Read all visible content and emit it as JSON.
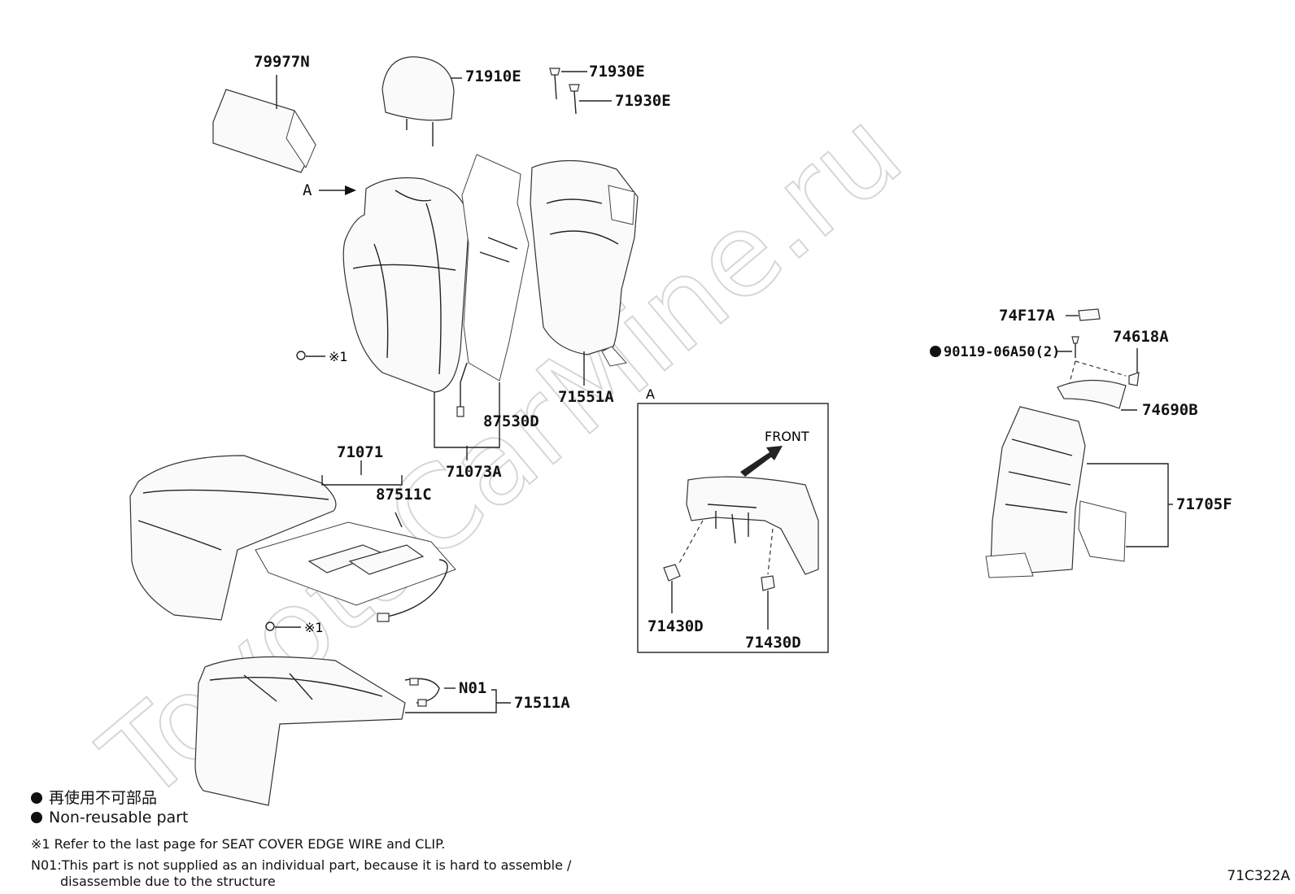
{
  "watermark": "ToyotaCarMine.ru",
  "diagram_code": "71C322A",
  "view_a": {
    "marker": "A",
    "box_label": "A",
    "front": "FRONT"
  },
  "refmark": "※1",
  "parts": {
    "p79977N": "79977N",
    "p71910E": "71910E",
    "p71930E_a": "71930E",
    "p71930E_b": "71930E",
    "p71551A": "71551A",
    "p87530D": "87530D",
    "p71073A": "71073A",
    "p71071": "71071",
    "p87511C": "87511C",
    "pN01": "N01",
    "p71511A": "71511A",
    "p71430D_a": "71430D",
    "p71430D_b": "71430D",
    "p74F17A": "74F17A",
    "p90119": "90119-06A50(2)",
    "p74618A": "74618A",
    "p74690B": "74690B",
    "p71705F": "71705F"
  },
  "legend": {
    "jp": "再使用不可部品",
    "en": "Non-reusable part"
  },
  "notes": {
    "ref": "※1 Refer to the last page for SEAT COVER EDGE WIRE and CLIP.",
    "n01_line1": "N01:This part is not supplied as an individual part, because it is hard to assemble /",
    "n01_line2": "disassemble due to the structure"
  }
}
